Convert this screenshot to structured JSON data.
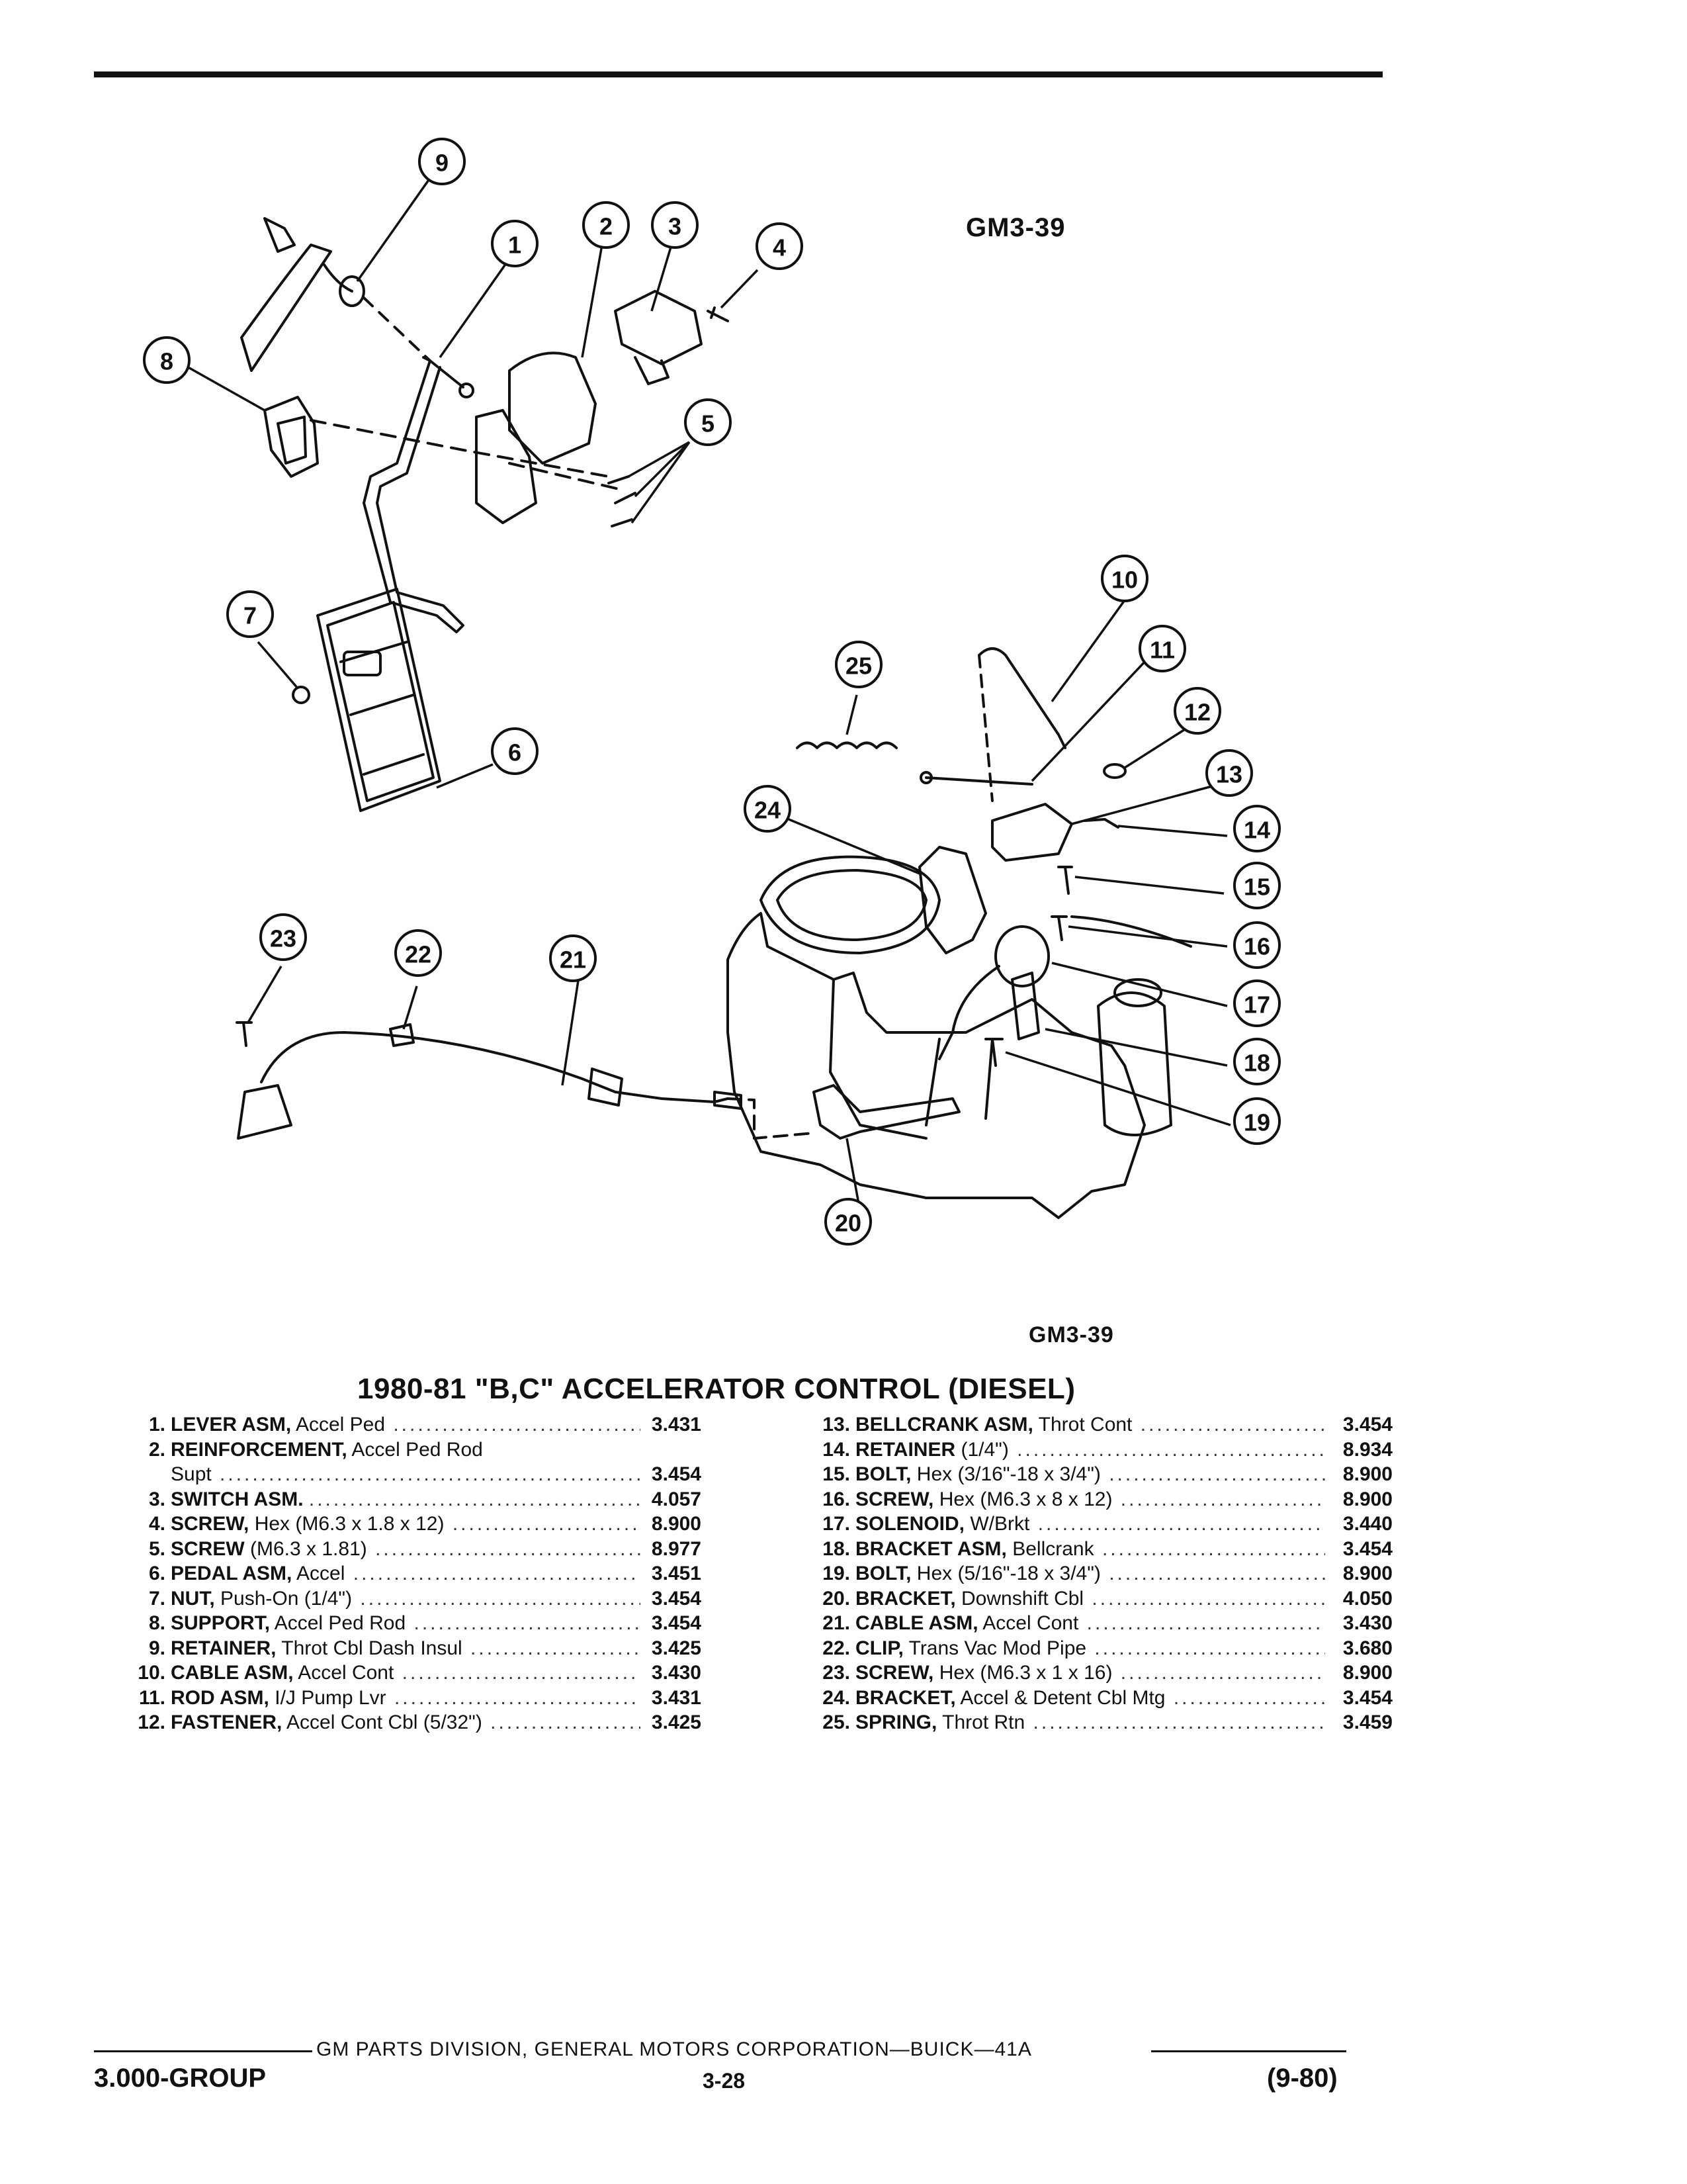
{
  "figure": {
    "label_top": "GM3-39",
    "label_bottom": "GM3-39"
  },
  "callouts": [
    "1",
    "2",
    "3",
    "4",
    "5",
    "6",
    "7",
    "8",
    "9",
    "10",
    "11",
    "12",
    "13",
    "14",
    "15",
    "16",
    "17",
    "18",
    "19",
    "20",
    "21",
    "22",
    "23",
    "24",
    "25"
  ],
  "title": "1980-81 \"B,C\" ACCELERATOR CONTROL (DIESEL)",
  "parts_left": [
    {
      "num": "1.",
      "name": "LEVER ASM,",
      "desc": "Accel Ped",
      "code": "3.431"
    },
    {
      "num": "2.",
      "name": "REINFORCEMENT,",
      "desc": "Accel Ped Rod",
      "code": ""
    },
    {
      "num": "",
      "name": "",
      "desc": "Supt",
      "code": "3.454"
    },
    {
      "num": "3.",
      "name": "SWITCH ASM.",
      "desc": "",
      "code": "4.057"
    },
    {
      "num": "4.",
      "name": "SCREW,",
      "desc": "Hex (M6.3 x 1.8 x 12)",
      "code": "8.900"
    },
    {
      "num": "5.",
      "name": "SCREW",
      "desc": "(M6.3 x 1.81)",
      "code": "8.977"
    },
    {
      "num": "6.",
      "name": "PEDAL ASM,",
      "desc": "Accel",
      "code": "3.451"
    },
    {
      "num": "7.",
      "name": "NUT,",
      "desc": "Push-On (1/4\")",
      "code": "3.454"
    },
    {
      "num": "8.",
      "name": "SUPPORT,",
      "desc": "Accel Ped Rod",
      "code": "3.454"
    },
    {
      "num": "9.",
      "name": "RETAINER,",
      "desc": "Throt Cbl Dash Insul",
      "code": "3.425"
    },
    {
      "num": "10.",
      "name": "CABLE ASM,",
      "desc": "Accel Cont",
      "code": "3.430"
    },
    {
      "num": "11.",
      "name": "ROD ASM,",
      "desc": "I/J Pump Lvr",
      "code": "3.431"
    },
    {
      "num": "12.",
      "name": "FASTENER,",
      "desc": "Accel Cont Cbl (5/32\")",
      "code": "3.425"
    }
  ],
  "parts_right": [
    {
      "num": "13.",
      "name": "BELLCRANK ASM,",
      "desc": "Throt Cont",
      "code": "3.454"
    },
    {
      "num": "14.",
      "name": "RETAINER",
      "desc": "(1/4\")",
      "code": "8.934"
    },
    {
      "num": "15.",
      "name": "BOLT,",
      "desc": "Hex (3/16\"-18 x 3/4\")",
      "code": "8.900"
    },
    {
      "num": "16.",
      "name": "SCREW,",
      "desc": "Hex (M6.3 x 8 x 12)",
      "code": "8.900"
    },
    {
      "num": "17.",
      "name": "SOLENOID,",
      "desc": "W/Brkt",
      "code": "3.440"
    },
    {
      "num": "18.",
      "name": "BRACKET ASM,",
      "desc": "Bellcrank",
      "code": "3.454"
    },
    {
      "num": "19.",
      "name": "BOLT,",
      "desc": "Hex (5/16\"-18 x 3/4\")",
      "code": "8.900"
    },
    {
      "num": "20.",
      "name": "BRACKET,",
      "desc": "Downshift Cbl",
      "code": "4.050"
    },
    {
      "num": "21.",
      "name": "CABLE ASM,",
      "desc": "Accel Cont",
      "code": "3.430"
    },
    {
      "num": "22.",
      "name": "CLIP,",
      "desc": "Trans Vac Mod Pipe",
      "code": "3.680"
    },
    {
      "num": "23.",
      "name": "SCREW,",
      "desc": "Hex (M6.3 x 1 x 16)",
      "code": "8.900"
    },
    {
      "num": "24.",
      "name": "BRACKET,",
      "desc": "Accel & Detent Cbl Mtg",
      "code": "3.454"
    },
    {
      "num": "25.",
      "name": "SPRING,",
      "desc": "Throt Rtn",
      "code": "3.459"
    }
  ],
  "footer": {
    "center": "GM PARTS DIVISION, GENERAL MOTORS CORPORATION—BUICK—41A",
    "group": "3.000-GROUP",
    "page": "3-28",
    "date": "(9-80)"
  }
}
